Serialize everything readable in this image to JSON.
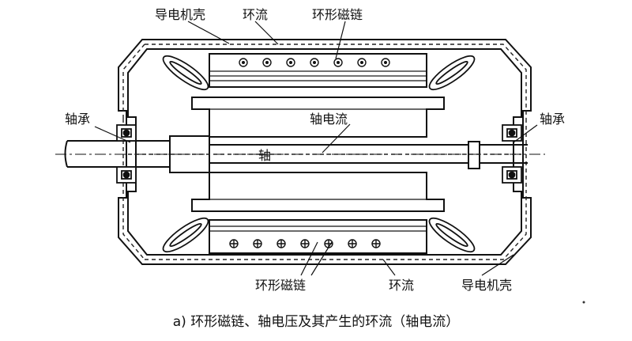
{
  "figure": {
    "labels": {
      "housing_top": "导电机壳",
      "circulating_current_top": "环流",
      "ring_flux_top": "环形磁链",
      "bearing_left": "轴承",
      "bearing_right": "轴承",
      "shaft_current": "轴电流",
      "shaft": "轴",
      "ring_flux_bottom": "环形磁链",
      "circulating_current_bottom": "环流",
      "housing_bottom": "导电机壳"
    },
    "caption": "a) 环形磁链、轴电压及其产生的环流（轴电流）"
  }
}
